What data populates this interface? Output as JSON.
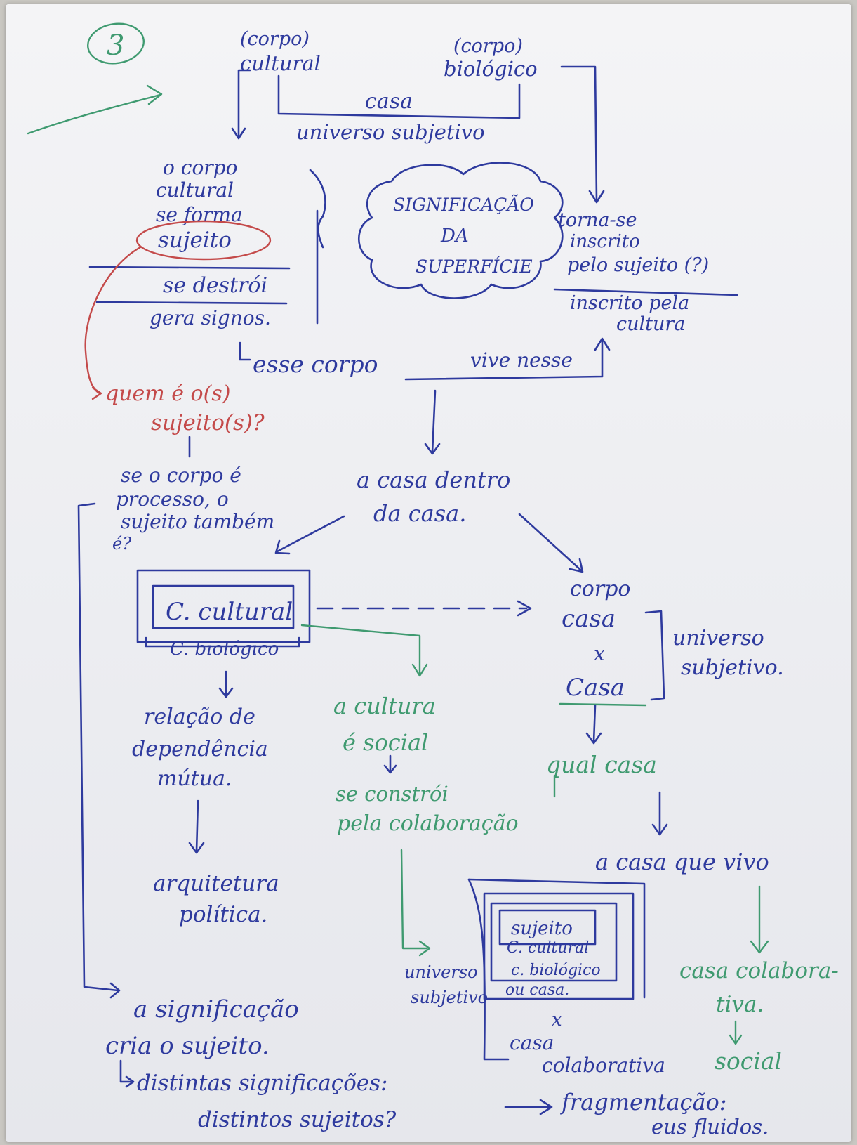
{
  "page_number": "3",
  "top": {
    "cultural_label": [
      "(corpo)",
      "cultural"
    ],
    "biological_label": [
      "(corpo)",
      "biológico"
    ],
    "casa": "casa",
    "universo_subjetivo": "universo subjetivo"
  },
  "left_block": [
    "o corpo",
    "cultural",
    "se forma",
    "sujeito",
    "se destrói",
    "gera signos."
  ],
  "cloud": [
    "SIGNIFICAÇÃO",
    "DA",
    "SUPERFÍCIE"
  ],
  "right_block": [
    "torna-se",
    "inscrito",
    "pelo sujeito (?)",
    "inscrito pela",
    "cultura"
  ],
  "esse_corpo": "esse corpo",
  "vive_nesse": "vive nesse",
  "question": [
    "quem é o(s)",
    "sujeito(s)?"
  ],
  "process": [
    "se o corpo é",
    "processo, o",
    "sujeito também",
    "é?"
  ],
  "casa_dentro": [
    "a casa dentro",
    "da casa."
  ],
  "box1": {
    "inner": "C. cultural",
    "outer": "C. biológico"
  },
  "corpo_casa": [
    "corpo",
    "casa",
    "x",
    "Casa"
  ],
  "universo_subjetivo_right": [
    "universo",
    "subjetivo."
  ],
  "relacao": [
    "relação de",
    "dependência",
    "mútua."
  ],
  "arquitetura": [
    "arquitetura",
    "política."
  ],
  "cultura_social": [
    "a cultura",
    "é social",
    "se constrói",
    "pela colaboração"
  ],
  "qual_casa": "qual casa",
  "casa_que_vivo": "a casa que vivo",
  "casa_colaborativa": [
    "casa colabora-",
    "tiva."
  ],
  "social": "social",
  "universo_subjetivo_green": [
    "universo",
    "subjetivo"
  ],
  "nested_box": [
    "sujeito",
    "C. cultural",
    "c. biológico",
    "ou casa.",
    "x",
    "casa",
    "colaborativa"
  ],
  "bottom": [
    "a significação",
    "cria o sujeito.",
    "distintas significações:",
    "distintos sujeitos?",
    "fragmentação:",
    "eus fluidos."
  ],
  "colors": {
    "blue_ink": "#2e3a9e",
    "green_ink": "#3f9a70",
    "red_ink": "#c44a4a",
    "paper": "#eeeff3"
  }
}
